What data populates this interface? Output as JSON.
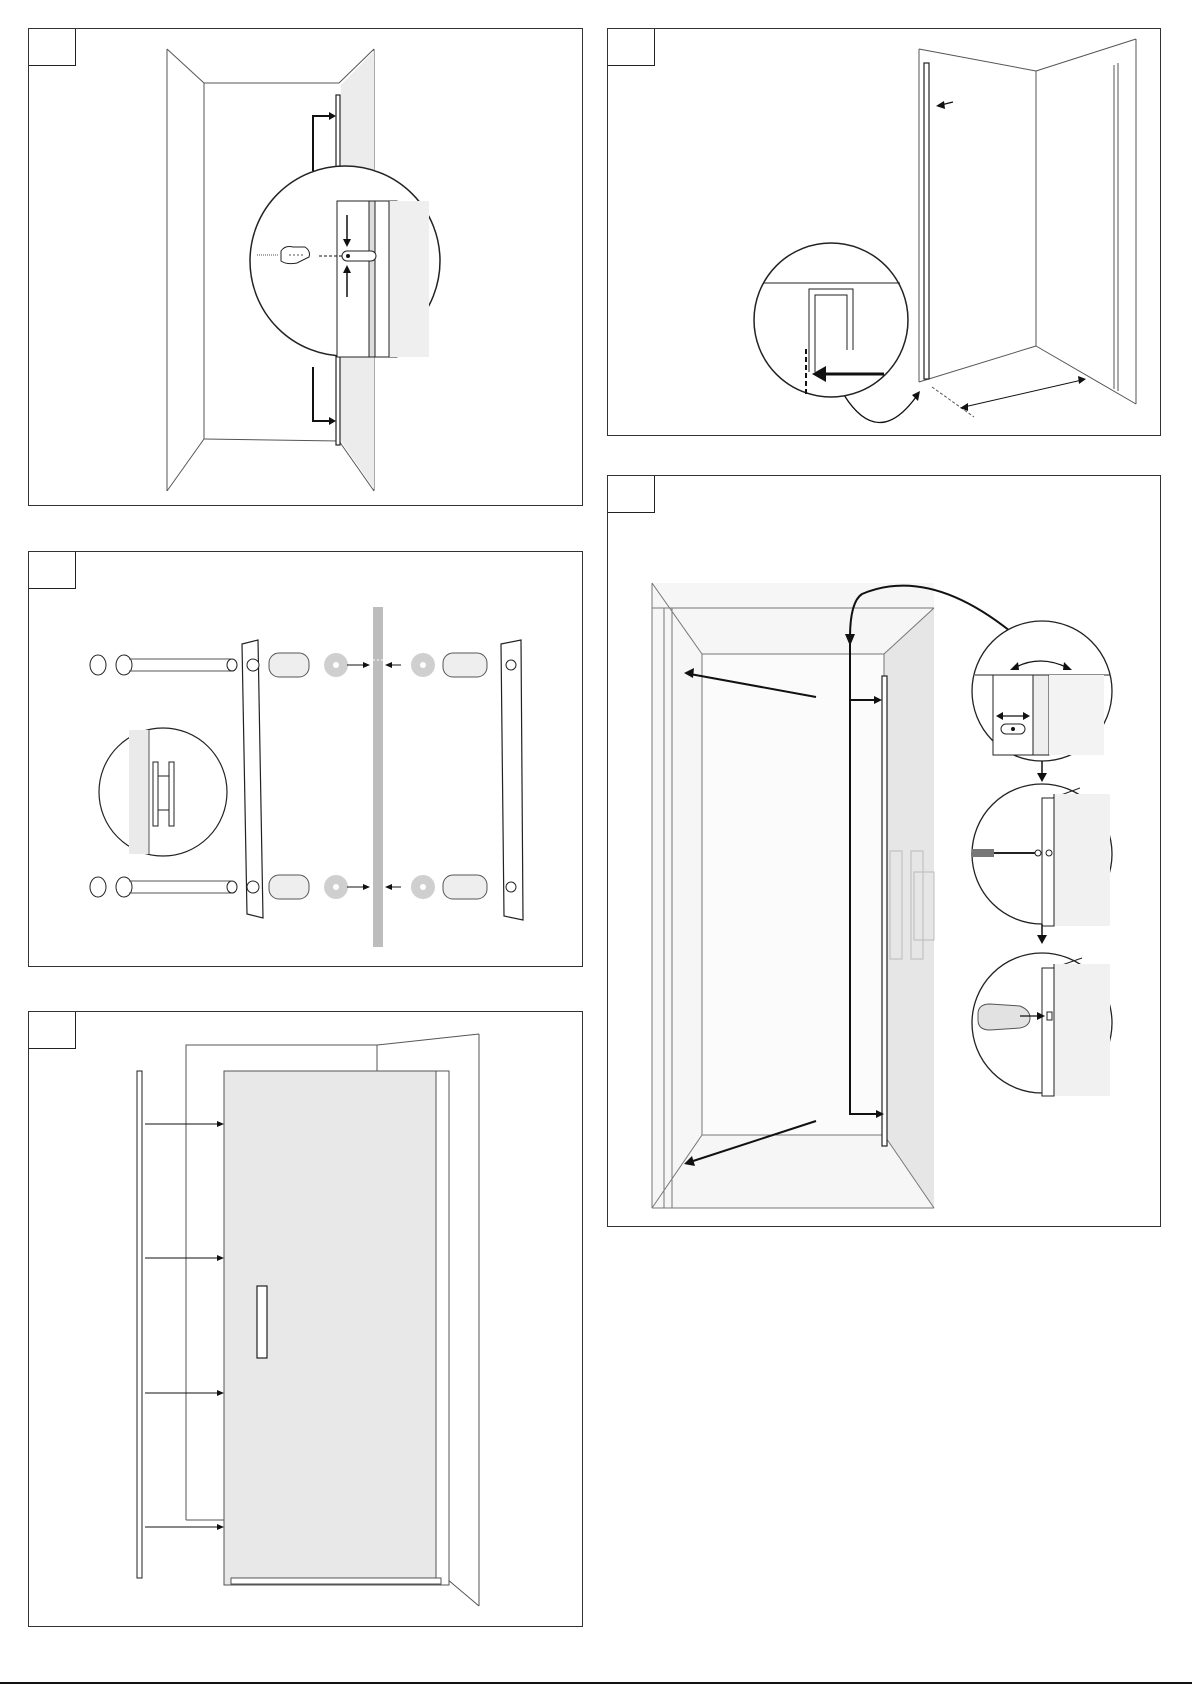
{
  "page": {
    "background": "#ffffff",
    "line_color": "#222222",
    "glass_tint": "#e6e6e6",
    "part_tint": "#cfcfcf"
  },
  "panels": [
    {
      "id": "step-a",
      "label": ""
    },
    {
      "id": "step-b",
      "label": ""
    },
    {
      "id": "step-c",
      "label": ""
    },
    {
      "id": "step-d",
      "label": ""
    },
    {
      "id": "step-e",
      "label": ""
    }
  ]
}
